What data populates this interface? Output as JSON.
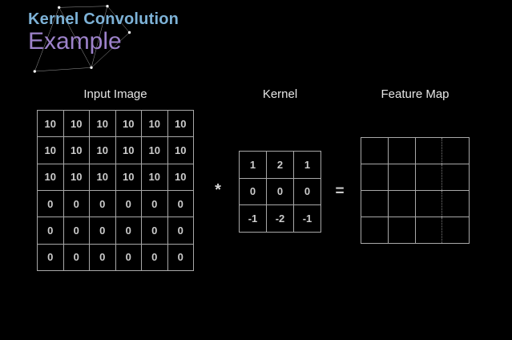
{
  "slide": {
    "title": "Kernel Convolution",
    "subtitle": "Example"
  },
  "panels": {
    "input_image": {
      "label": "Input Image",
      "grid": [
        [
          "10",
          "10",
          "10",
          "10",
          "10",
          "10"
        ],
        [
          "10",
          "10",
          "10",
          "10",
          "10",
          "10"
        ],
        [
          "10",
          "10",
          "10",
          "10",
          "10",
          "10"
        ],
        [
          "0",
          "0",
          "0",
          "0",
          "0",
          "0"
        ],
        [
          "0",
          "0",
          "0",
          "0",
          "0",
          "0"
        ],
        [
          "0",
          "0",
          "0",
          "0",
          "0",
          "0"
        ]
      ]
    },
    "kernel": {
      "label": "Kernel",
      "grid": [
        [
          "1",
          "2",
          "1"
        ],
        [
          "0",
          "0",
          "0"
        ],
        [
          "-1",
          "-2",
          "-1"
        ]
      ]
    },
    "feature_map": {
      "label": "Feature Map",
      "grid": [
        [
          "",
          "",
          "",
          ""
        ],
        [
          "",
          "",
          "",
          ""
        ],
        [
          "",
          "",
          "",
          ""
        ],
        [
          "",
          "",
          "",
          ""
        ]
      ]
    }
  },
  "operators": {
    "convolution": "*",
    "equals": "="
  },
  "colors": {
    "background": "#000000",
    "title": "#7db2d7",
    "subtitle": "#9d82ca",
    "grid_line": "#a8a8a8",
    "cell_text": "#cccccc",
    "label_text": "#e6e6e6"
  }
}
